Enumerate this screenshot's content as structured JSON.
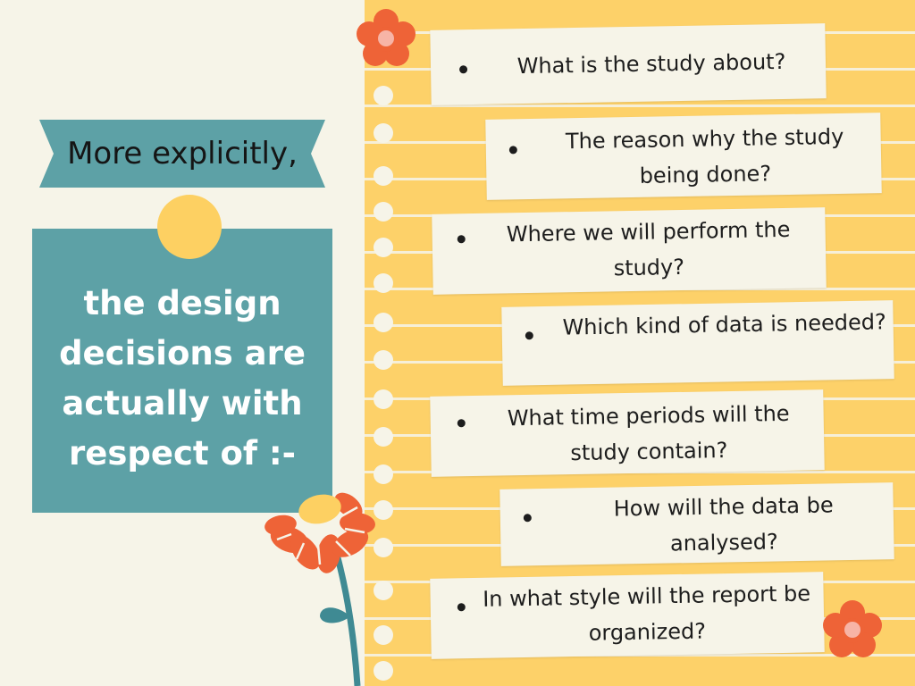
{
  "banner": {
    "text": "More explicitly,"
  },
  "note": {
    "text": "the design decisions are actually with respect of :-"
  },
  "questions": [
    "What is the study about?",
    "The reason why the study being done?",
    "Where we will perform the study?",
    "Which kind of data is needed?",
    "What time periods will the study contain?",
    "How will the data be analysed?",
    "In what style will the report be organized?"
  ],
  "colors": {
    "background": "#f6f4e8",
    "teal": "#5da1a6",
    "paper_yellow": "#fdd169",
    "flower_orange": "#ee6337",
    "flower_center": "#f7b4a6"
  }
}
